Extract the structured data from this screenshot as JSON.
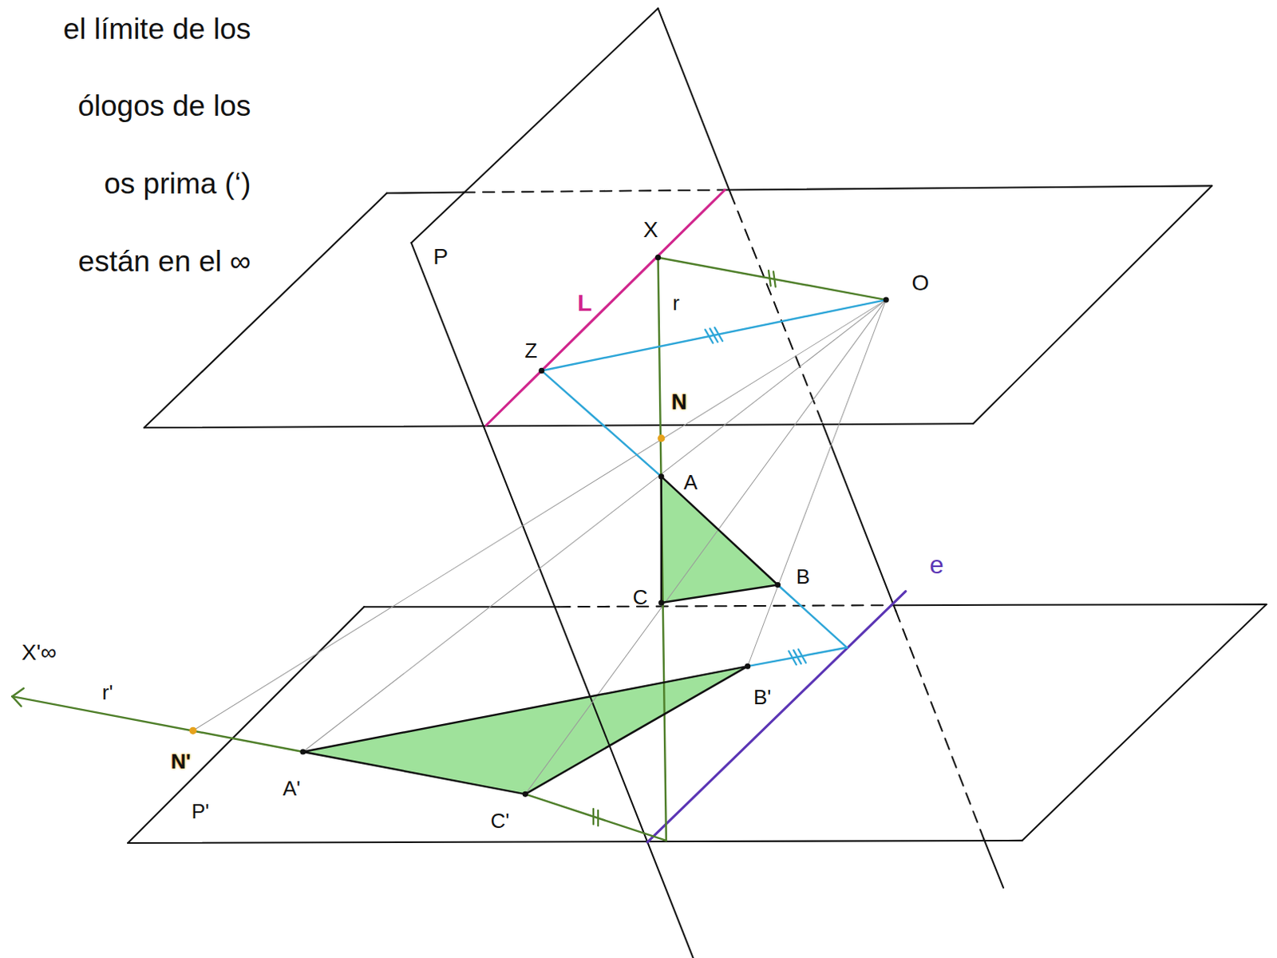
{
  "diagram": {
    "labels": [
      "el límite de los",
      "ólogos de los",
      "os prima (‘)",
      "están en el ∞",
      "X",
      "O",
      "P",
      "r",
      "L",
      "Z",
      "N",
      "A",
      "B",
      "C",
      "e",
      "X'∞",
      "r'",
      "N'",
      "P'",
      "A'",
      "C'",
      "B'"
    ]
  }
}
